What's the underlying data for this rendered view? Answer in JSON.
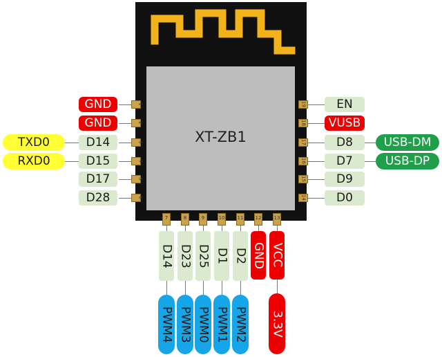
{
  "colors": {
    "board": "#111111",
    "chip": "#bdbdbd",
    "antenna": "#f2b21b",
    "power_label": "#ee0000",
    "gpio_label": "#dbe9cf",
    "uart_label": "#ffff33",
    "usb_label": "#1f9f4a",
    "pwm_label": "#16a6e8"
  },
  "chip": {
    "label": "XT-ZB1"
  },
  "left_pins": [
    {
      "num": "1",
      "labels": [
        "GND"
      ]
    },
    {
      "num": "2",
      "labels": [
        "GND"
      ]
    },
    {
      "num": "3",
      "labels": [
        "TXD0",
        "D14"
      ]
    },
    {
      "num": "4",
      "labels": [
        "RXD0",
        "D15"
      ]
    },
    {
      "num": "5",
      "labels": [
        "D17"
      ]
    },
    {
      "num": "6",
      "labels": [
        "D28"
      ]
    }
  ],
  "right_pins": [
    {
      "num": "19",
      "labels": [
        "EN"
      ]
    },
    {
      "num": "18",
      "labels": [
        "VUSB"
      ]
    },
    {
      "num": "17",
      "labels": [
        "D8",
        "USB-DM"
      ]
    },
    {
      "num": "16",
      "labels": [
        "D7",
        "USB-DP"
      ]
    },
    {
      "num": "15",
      "labels": [
        "D9"
      ]
    },
    {
      "num": "14",
      "labels": [
        "D0"
      ]
    }
  ],
  "bottom_pins": [
    {
      "num": "7",
      "labels": [
        "D14",
        "PWM4"
      ]
    },
    {
      "num": "8",
      "labels": [
        "D23",
        "PWM3"
      ]
    },
    {
      "num": "9",
      "labels": [
        "D25",
        "PWM0"
      ]
    },
    {
      "num": "10",
      "labels": [
        "D1",
        "PWM1"
      ]
    },
    {
      "num": "11",
      "labels": [
        "D2",
        "PWM2"
      ]
    },
    {
      "num": "12",
      "labels": [
        "GND"
      ]
    },
    {
      "num": "13",
      "labels": [
        "VCC",
        "3.3V"
      ]
    }
  ]
}
